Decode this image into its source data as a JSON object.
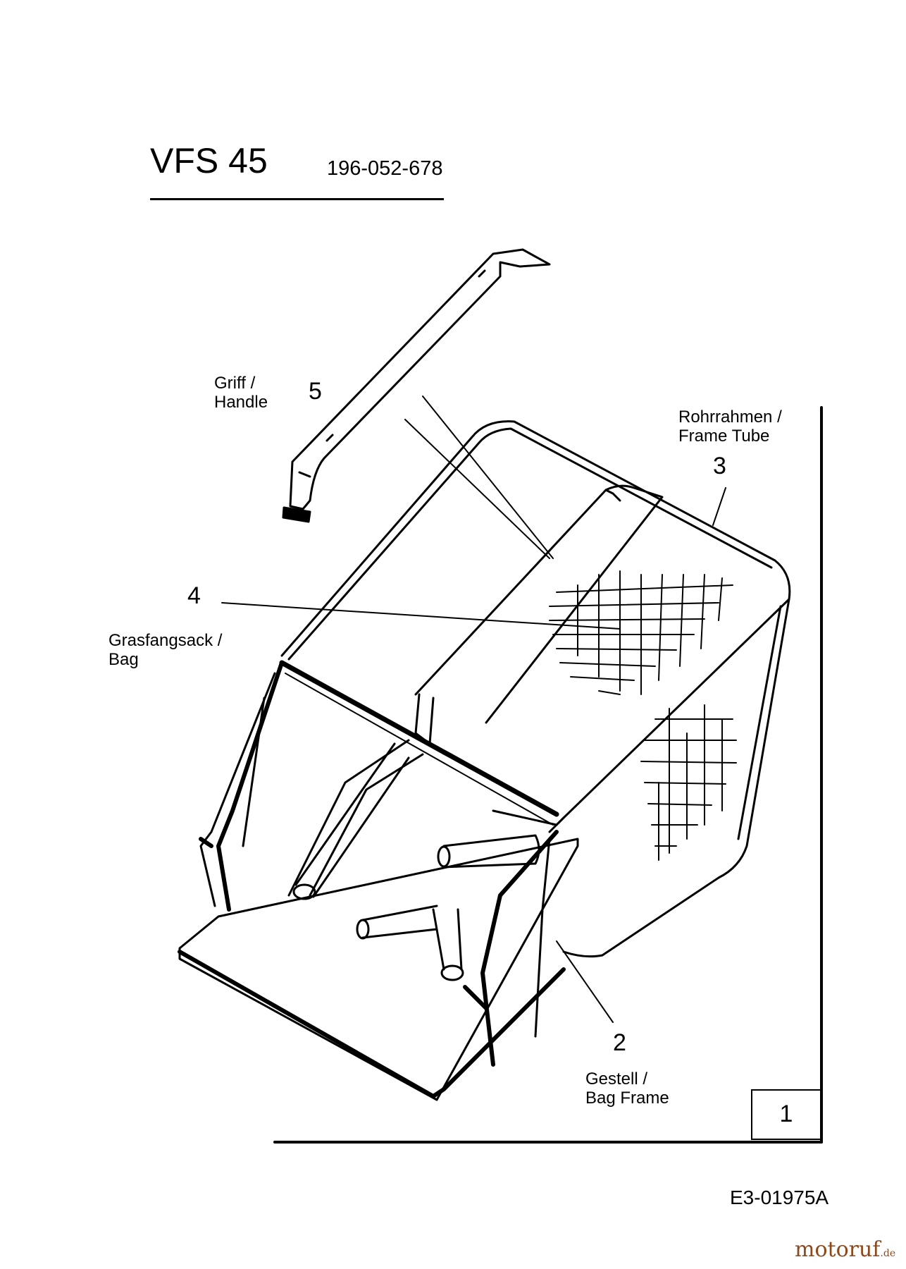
{
  "header": {
    "model": "VFS 45",
    "part_code": "196-052-678"
  },
  "callouts": [
    {
      "number": "5",
      "label_de": "Griff /",
      "label_en": "Handle"
    },
    {
      "number": "3",
      "label_de": "Rohrrahmen /",
      "label_en": "Frame Tube"
    },
    {
      "number": "4",
      "label_de": "Grasfangsack /",
      "label_en": "Bag"
    },
    {
      "number": "2",
      "label_de": "Gestell /",
      "label_en": "Bag Frame"
    }
  ],
  "page_number": "1",
  "drawing_code": "E3-01975A",
  "watermark": {
    "name": "motoruf",
    "domain": ".de"
  }
}
